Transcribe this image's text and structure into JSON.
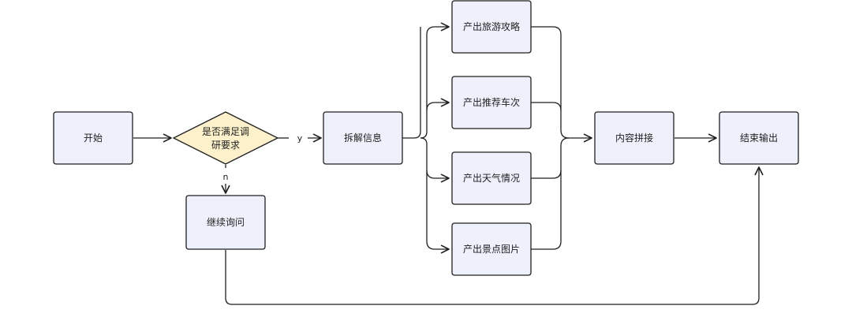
{
  "diagram": {
    "nodes": {
      "start": "开始",
      "decision_line1": "是否满足调",
      "decision_line2": "研要求",
      "parse": "拆解信息",
      "continue": "继续询问",
      "out1": "产出旅游攻略",
      "out2": "产出推荐车次",
      "out3": "产出天气情况",
      "out4": "产出景点图片",
      "merge": "内容拼接",
      "end": "结束输出"
    },
    "edges": {
      "yes_label": "y",
      "no_label": "n"
    },
    "colors": {
      "node_fill": "#eef1fb",
      "decision_fill": "#fdf1cc",
      "stroke": "#1f1f1f"
    }
  }
}
